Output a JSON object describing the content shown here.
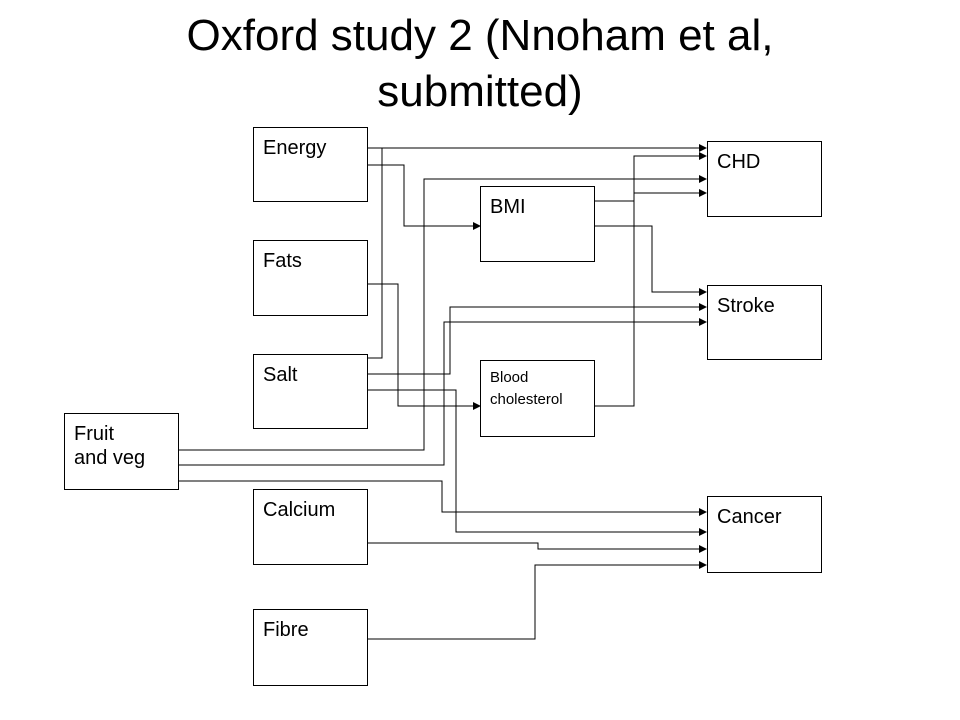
{
  "title": {
    "line1": "Oxford study 2 (Nnoham et al,",
    "line2": "submitted)"
  },
  "nodes": {
    "energy": "Energy",
    "fats": "Fats",
    "salt": "Salt",
    "fruit_veg": "Fruit\nand veg",
    "calcium": "Calcium",
    "fibre": "Fibre",
    "bmi": "BMI",
    "blood_cholesterol": "Blood\ncholesterol",
    "chd": "CHD",
    "stroke": "Stroke",
    "cancer": "Cancer"
  },
  "colors": {
    "line": "#000000",
    "background": "#ffffff"
  }
}
